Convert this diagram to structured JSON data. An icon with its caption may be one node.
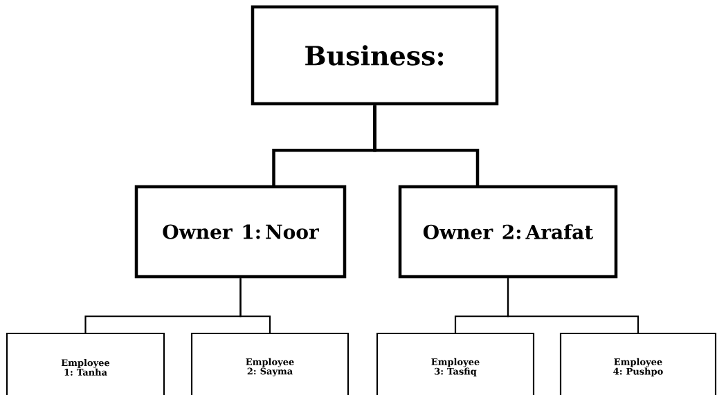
{
  "diagram": {
    "nodes": [
      {
        "text": [
          "Business:"
        ]
      },
      {
        "text": [
          "Owner 1: Noor"
        ]
      },
      {
        "text": [
          "Owner 2: Arafat"
        ]
      },
      {
        "text": [
          "Employee 1: Tanha"
        ]
      },
      {
        "text": [
          "Employee 2: Sayma"
        ]
      },
      {
        "text": [
          "Employee 3: Tasfiq"
        ]
      },
      {
        "text": [
          "Employee 4: Pushpo"
        ]
      }
    ],
    "edges": [
      {
        "from": 0,
        "to": 1,
        "arrow": "none",
        "style": "thick"
      },
      {
        "from": 0,
        "to": 2,
        "arrow": "none",
        "style": "thick"
      },
      {
        "from": 1,
        "to": 3,
        "arrow": "none"
      },
      {
        "from": 1,
        "to": 4,
        "arrow": "none"
      },
      {
        "from": 2,
        "to": 5,
        "arrow": "none"
      },
      {
        "from": 2,
        "to": 6,
        "arrow": "none"
      }
    ]
  }
}
